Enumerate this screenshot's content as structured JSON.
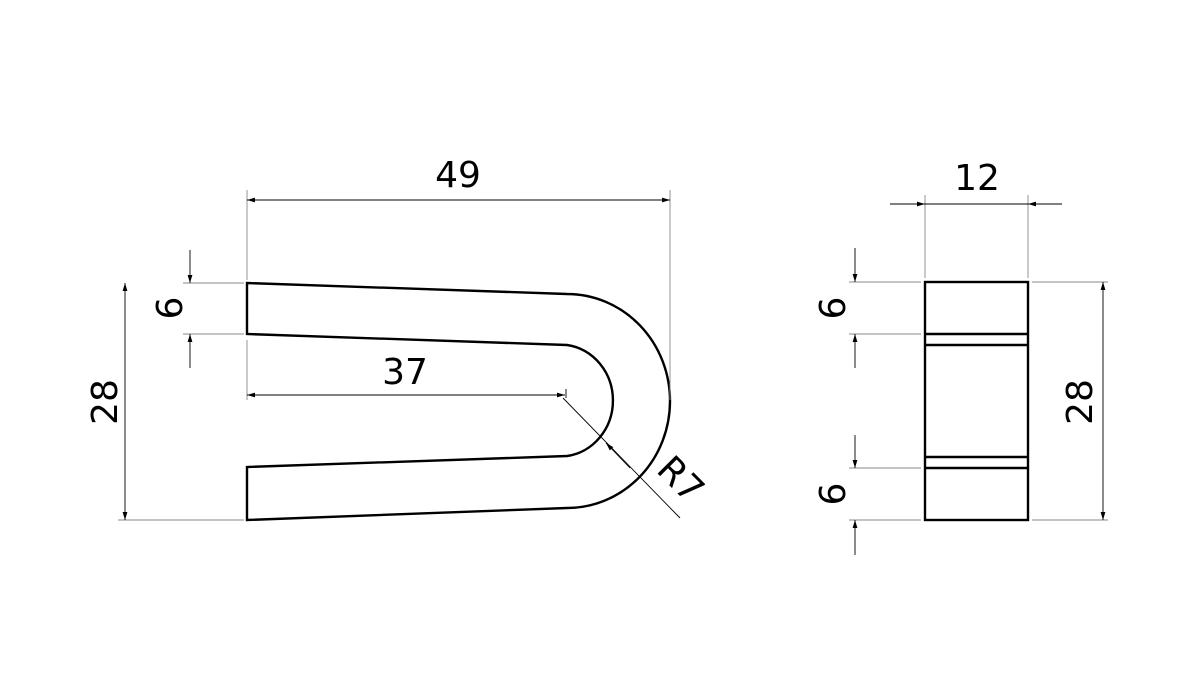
{
  "drawing": {
    "front_view": {
      "overall_length": "49",
      "arm_thickness": "6",
      "overall_height": "28",
      "inner_length": "37",
      "bend_radius": "R7"
    },
    "side_view": {
      "width": "12",
      "height": "28",
      "top_band": "6",
      "bottom_band": "6"
    },
    "colors": {
      "line": "#000000",
      "extension": "#888888",
      "background": "#ffffff"
    }
  }
}
